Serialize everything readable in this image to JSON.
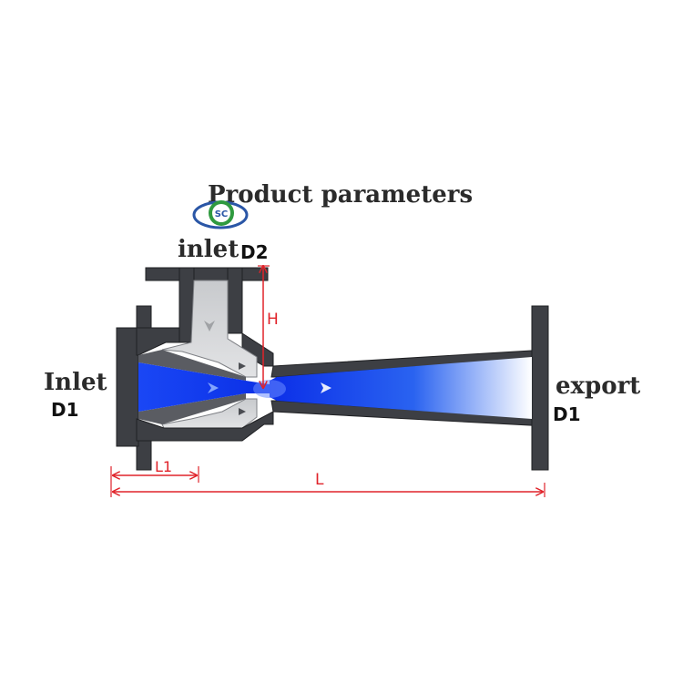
{
  "title": "Product parameters",
  "logo_text": "SC",
  "labels": {
    "inlet_side": "Inlet",
    "inlet_side_dim": "D1",
    "inlet_top": "inlet",
    "inlet_top_dim": "D2",
    "export": "export",
    "export_dim": "D1"
  },
  "dimensions": {
    "height": "H",
    "inlet_length": "L1",
    "total_length": "L"
  },
  "colors": {
    "body": "#3d3f44",
    "body_inner": "#5a5c62",
    "flow_blue": "#0b3df2",
    "dim_red": "#e0232a",
    "suction_grey": "#cfd1d4",
    "logo_green": "#2f9a3f",
    "logo_blue": "#2a56a6"
  }
}
